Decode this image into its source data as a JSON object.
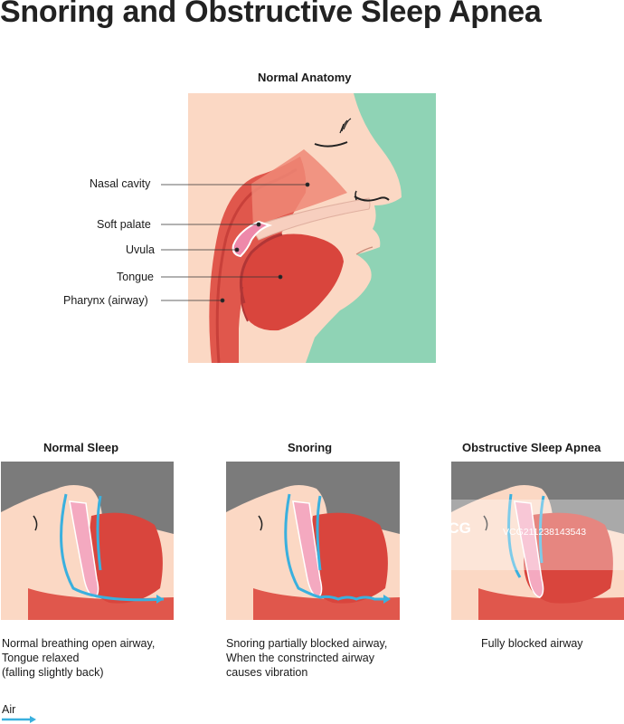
{
  "title": "Snoring and Obstructive Sleep Apnea",
  "normal_anatomy": {
    "title": "Normal Anatomy",
    "labels": [
      "Nasal cavity",
      "Soft palate",
      "Uvula",
      "Tongue",
      "Pharynx (airway)"
    ]
  },
  "panels": [
    {
      "title": "Normal Sleep",
      "caption": [
        "Normal breathing open airway,",
        "Tongue relaxed",
        "(falling slightly back)"
      ]
    },
    {
      "title": "Snoring",
      "caption": [
        "Snoring partially blocked airway,",
        "When the constrincted airway",
        "causes vibration"
      ]
    },
    {
      "title": "Obstructive Sleep Apnea",
      "caption": [
        "Fully blocked airway"
      ]
    }
  ],
  "legend": {
    "label": "Air",
    "color": "#3ab0de"
  },
  "watermark": {
    "logo": "VCG",
    "id": "VCG211238143543"
  },
  "colors": {
    "background_green": "#8fd3b5",
    "skin": "#fbd8c4",
    "tissue": "#e0574c",
    "panel_gray": "#7b7b7b",
    "air": "#3ab0de"
  }
}
